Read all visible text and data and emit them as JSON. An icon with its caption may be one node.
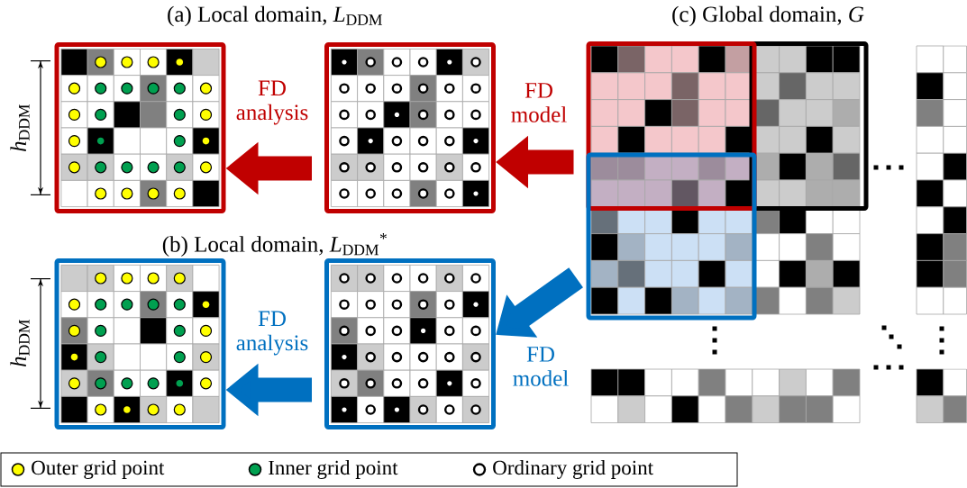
{
  "diagram": {
    "nodes": [
      {
        "text": [],
        "shape": "box"
      },
      {
        "text": [],
        "shape": "box"
      },
      {
        "text": [],
        "shape": "box"
      },
      {
        "text": [],
        "shape": "box"
      },
      {
        "text": [],
        "shape": "box"
      },
      {
        "text": [],
        "shape": "box"
      }
    ],
    "edges": [
      {
        "from": 1,
        "to": 0,
        "arrow": "to",
        "label": "FD analysis",
        "color": "#c00000"
      },
      {
        "from": 2,
        "to": 1,
        "arrow": "to",
        "label": "FD model",
        "color": "#c00000"
      },
      {
        "from": 3,
        "to": 5,
        "arrow": "to",
        "label": "FD model",
        "color": "#0070c0"
      },
      {
        "from": 5,
        "to": 4,
        "arrow": "to",
        "label": "FD analysis",
        "color": "#0070c0"
      }
    ],
    "labels": [
      "(a) Local domain, *L*$_{DDM}$",
      "(c) Global domain, *G*",
      "*h*$_{DDM}$",
      "(b) Local domain, *L*$_{DDM}$$^{*}$",
      "*h*$_{DDM}$"
    ],
    "legend": [
      {
        "text": "Outer grid point",
        "color": "#ffff00"
      },
      {
        "text": "Inner grid point",
        "color": "#00a050"
      },
      {
        "text": "Ordinary grid point"
      }
    ]
  }
}
